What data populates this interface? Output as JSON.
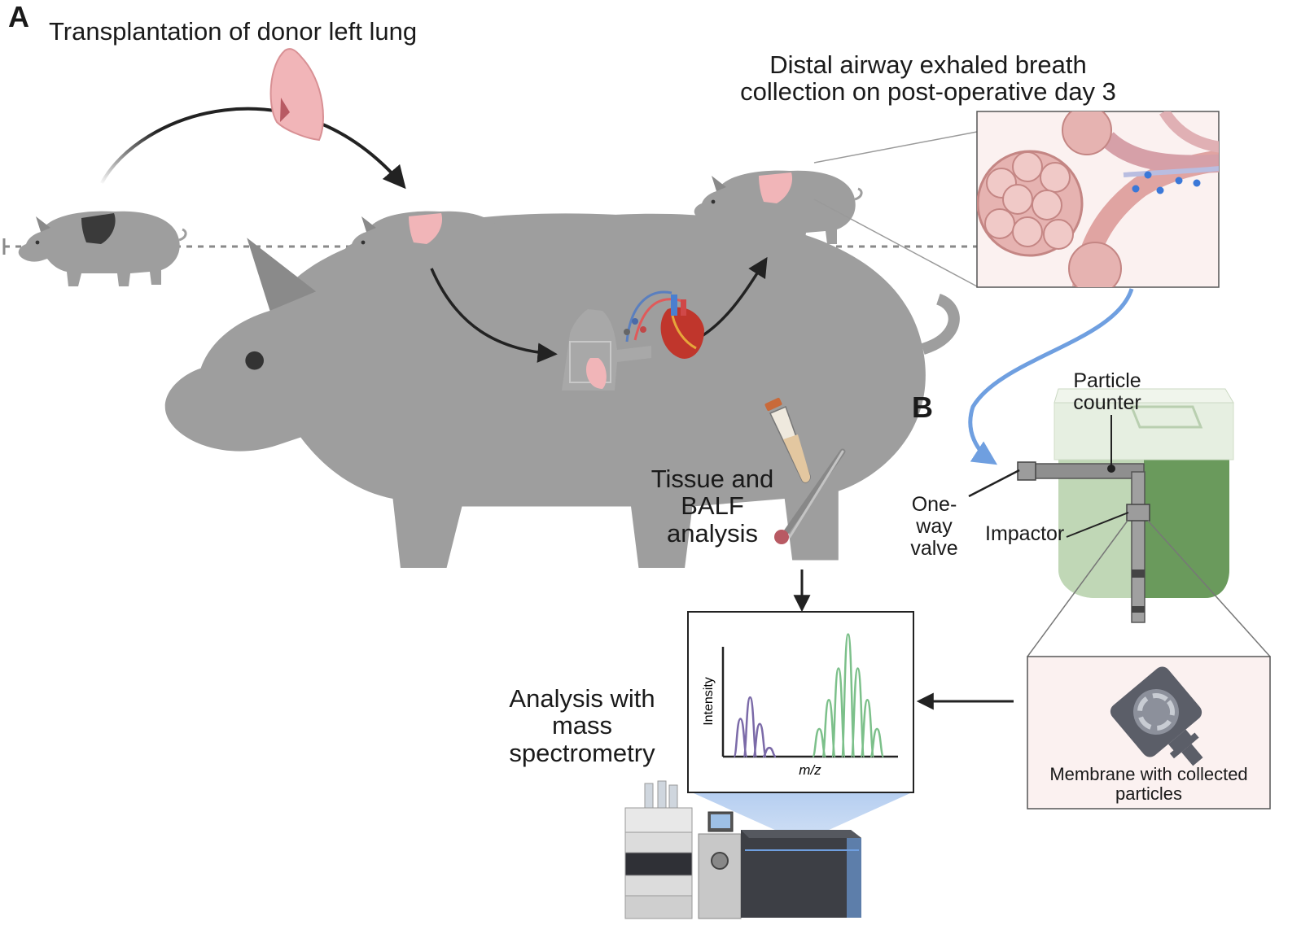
{
  "panels": {
    "a": "A",
    "b": "B"
  },
  "titles": {
    "transplant": "Transplantation of donor left lung",
    "distal_line1": "Distal airway exhaled breath",
    "distal_line2": "collection on post-operative day 3"
  },
  "labels": {
    "tissue_line1": "Tissue and",
    "tissue_line2": "BALF",
    "tissue_line3": "analysis",
    "ms_line1": "Analysis with",
    "ms_line2": "mass",
    "ms_line3": "spectrometry",
    "particle_line1": "Particle",
    "particle_line2": "counter",
    "oneway_line1": "One-",
    "oneway_line2": "way",
    "oneway_line3": "valve",
    "impactor": "Impactor",
    "membrane_line1": "Membrane with collected",
    "membrane_line2": "particles"
  },
  "spectrum": {
    "ylabel": "Intensity",
    "xlabel": "m/z",
    "series": [
      {
        "color": "#7b6aa8",
        "peaks": [
          {
            "x": 0.1,
            "h": 0.3
          },
          {
            "x": 0.155,
            "h": 0.47
          },
          {
            "x": 0.21,
            "h": 0.26
          },
          {
            "x": 0.265,
            "h": 0.07
          }
        ]
      },
      {
        "color": "#7cc08a",
        "peaks": [
          {
            "x": 0.55,
            "h": 0.22
          },
          {
            "x": 0.605,
            "h": 0.45
          },
          {
            "x": 0.66,
            "h": 0.7
          },
          {
            "x": 0.715,
            "h": 0.97
          },
          {
            "x": 0.77,
            "h": 0.7
          },
          {
            "x": 0.825,
            "h": 0.45
          },
          {
            "x": 0.88,
            "h": 0.22
          }
        ]
      }
    ]
  },
  "colors": {
    "pig": "#9e9e9e",
    "recipient_lung": "#3a3a3a",
    "donor_lung": "#f1b5b8",
    "blue_tube": "#6f9fe0",
    "device_green": "#6a9a5c",
    "device_light": "#cfe2c7"
  }
}
